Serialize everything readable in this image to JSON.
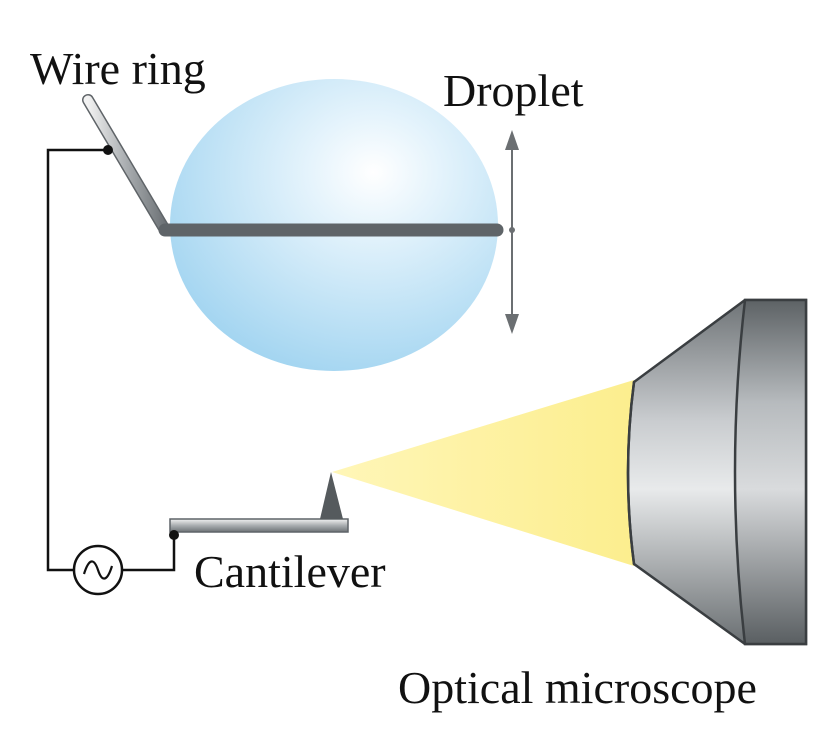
{
  "labels": {
    "wire_ring": "Wire ring",
    "droplet": "Droplet",
    "cantilever": "Cantilever",
    "optical_microscope": "Optical microscope"
  },
  "colors": {
    "droplet": "#bfe2f6",
    "light_beam": "#fdf1a0",
    "wire": "#9aa0a4",
    "cantilever_tip": "#555a5d",
    "microscope_body": "#9a9fa3",
    "circuit": "#111111"
  },
  "icons": {
    "ac_source": "ac-source-icon",
    "motion_arrow": "double-headed-arrow-icon"
  }
}
